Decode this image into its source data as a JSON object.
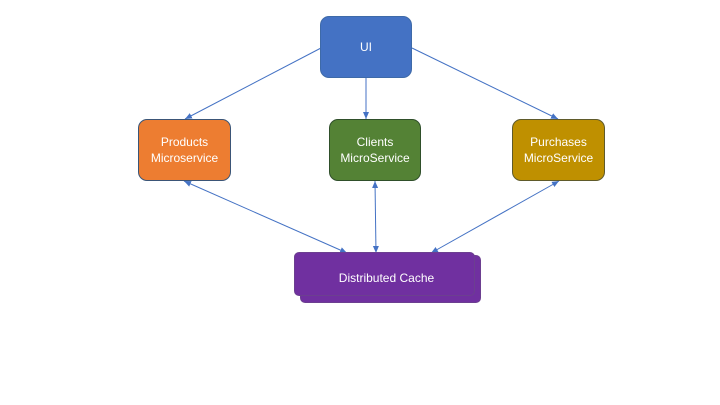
{
  "diagram": {
    "nodes": [
      {
        "id": "ui",
        "label": "UI",
        "color": "#4472c4"
      },
      {
        "id": "products",
        "label": "Products\nMicroservice",
        "color": "#ed7d31"
      },
      {
        "id": "clients",
        "label": "Clients\nMicroService",
        "color": "#548235"
      },
      {
        "id": "purchases",
        "label": "Purchases\nMicroService",
        "color": "#bf9000"
      },
      {
        "id": "cache",
        "label": "Distributed Cache",
        "color": "#7030a0"
      }
    ],
    "edges": [
      {
        "from": "ui",
        "to": "products",
        "direction": "forward"
      },
      {
        "from": "ui",
        "to": "clients",
        "direction": "forward"
      },
      {
        "from": "ui",
        "to": "purchases",
        "direction": "forward"
      },
      {
        "from": "products",
        "to": "cache",
        "direction": "both"
      },
      {
        "from": "clients",
        "to": "cache",
        "direction": "both"
      },
      {
        "from": "purchases",
        "to": "cache",
        "direction": "both"
      }
    ],
    "edge_color": "#4472c4"
  }
}
